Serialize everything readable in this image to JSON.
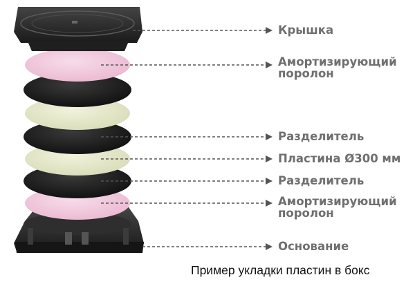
{
  "labels": {
    "lid": "Крышка",
    "foam_top_line1": "Амортизирующий",
    "foam_top_line2": "поролон",
    "separator_1": "Разделитель",
    "plate": "Пластина Ø300 мм",
    "separator_2": "Разделитель",
    "foam_bottom_line1": "Амортизирующий",
    "foam_bottom_line2": "поролон",
    "base": "Основание"
  },
  "caption": "Пример укладки пластин в бокс",
  "colors": {
    "label_text": "#6f6f71",
    "leader_line": "#555555",
    "foam_pink": "#f2c9de",
    "plate_cream": "#e6e8cc",
    "separator_black": "#1c1c1c",
    "case_dark": "#2a2a2a"
  }
}
